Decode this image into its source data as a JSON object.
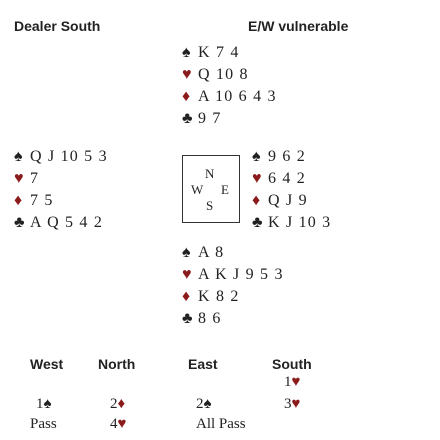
{
  "header": {
    "dealer": "Dealer South",
    "vulnerability": "E/W vulnerable"
  },
  "suits": {
    "spades": "♠",
    "hearts": "♥",
    "diamonds": "♦",
    "clubs": "♣"
  },
  "colors": {
    "black": "#222222",
    "red": "#8b1a1a"
  },
  "compass": {
    "north": "N",
    "west": "W",
    "east": "E",
    "south": "S"
  },
  "hands": {
    "north": {
      "spades": "K 7 4",
      "hearts": "Q 10 8",
      "diamonds": "A 10 6 4 3",
      "clubs": "9 7"
    },
    "west": {
      "spades": "Q J 10 5 3",
      "hearts": "7",
      "diamonds": "7 5",
      "clubs": "A Q 5 4 2"
    },
    "east": {
      "spades": "9 6 2",
      "hearts": "6 4 2",
      "diamonds": "Q J 9",
      "clubs": "K J 10 3"
    },
    "south": {
      "spades": "A 8",
      "hearts": "A K J 9 5 3",
      "diamonds": "K 8 2",
      "clubs": "8 6"
    }
  },
  "auction": {
    "headers": [
      "West",
      "North",
      "East",
      "South"
    ],
    "south_r1": {
      "level": "1",
      "suit": "♥"
    },
    "west_r2": {
      "level": "1",
      "suit": "♠"
    },
    "north_r2": {
      "level": "2",
      "suit": "♦"
    },
    "east_r2": {
      "level": "2",
      "suit": "♠"
    },
    "south_r2": {
      "level": "3",
      "suit": "♥"
    },
    "west_r3": {
      "text": "Pass"
    },
    "north_r3": {
      "level": "4",
      "suit": "♥"
    },
    "east_r3": {
      "text": "All Pass"
    }
  }
}
